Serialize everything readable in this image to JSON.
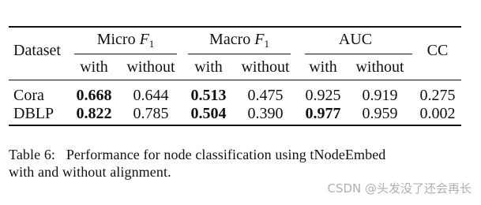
{
  "table": {
    "header_dataset": "Dataset",
    "groups": [
      {
        "name": "Micro",
        "var": "F",
        "sub": "1"
      },
      {
        "name": "Macro",
        "var": "F",
        "sub": "1"
      },
      {
        "name": "AUC"
      }
    ],
    "header_cc": "CC",
    "subheaders": [
      "with",
      "without",
      "with",
      "without",
      "with",
      "without"
    ],
    "rows": [
      {
        "dataset": "Cora",
        "micro_with": "0.668",
        "micro_without": "0.644",
        "macro_with": "0.513",
        "macro_without": "0.475",
        "auc_with": "0.925",
        "auc_without": "0.919",
        "cc": "0.275"
      },
      {
        "dataset": "DBLP",
        "micro_with": "0.822",
        "micro_without": "0.785",
        "macro_with": "0.504",
        "macro_without": "0.390",
        "auc_with": "0.977",
        "auc_without": "0.959",
        "cc": "0.002"
      }
    ]
  },
  "caption": {
    "line1": "Table 6:   Performance for node classification using tNodeEmbed",
    "line2": "with and without alignment."
  },
  "watermark": "CSDN @头发没了还会再长"
}
